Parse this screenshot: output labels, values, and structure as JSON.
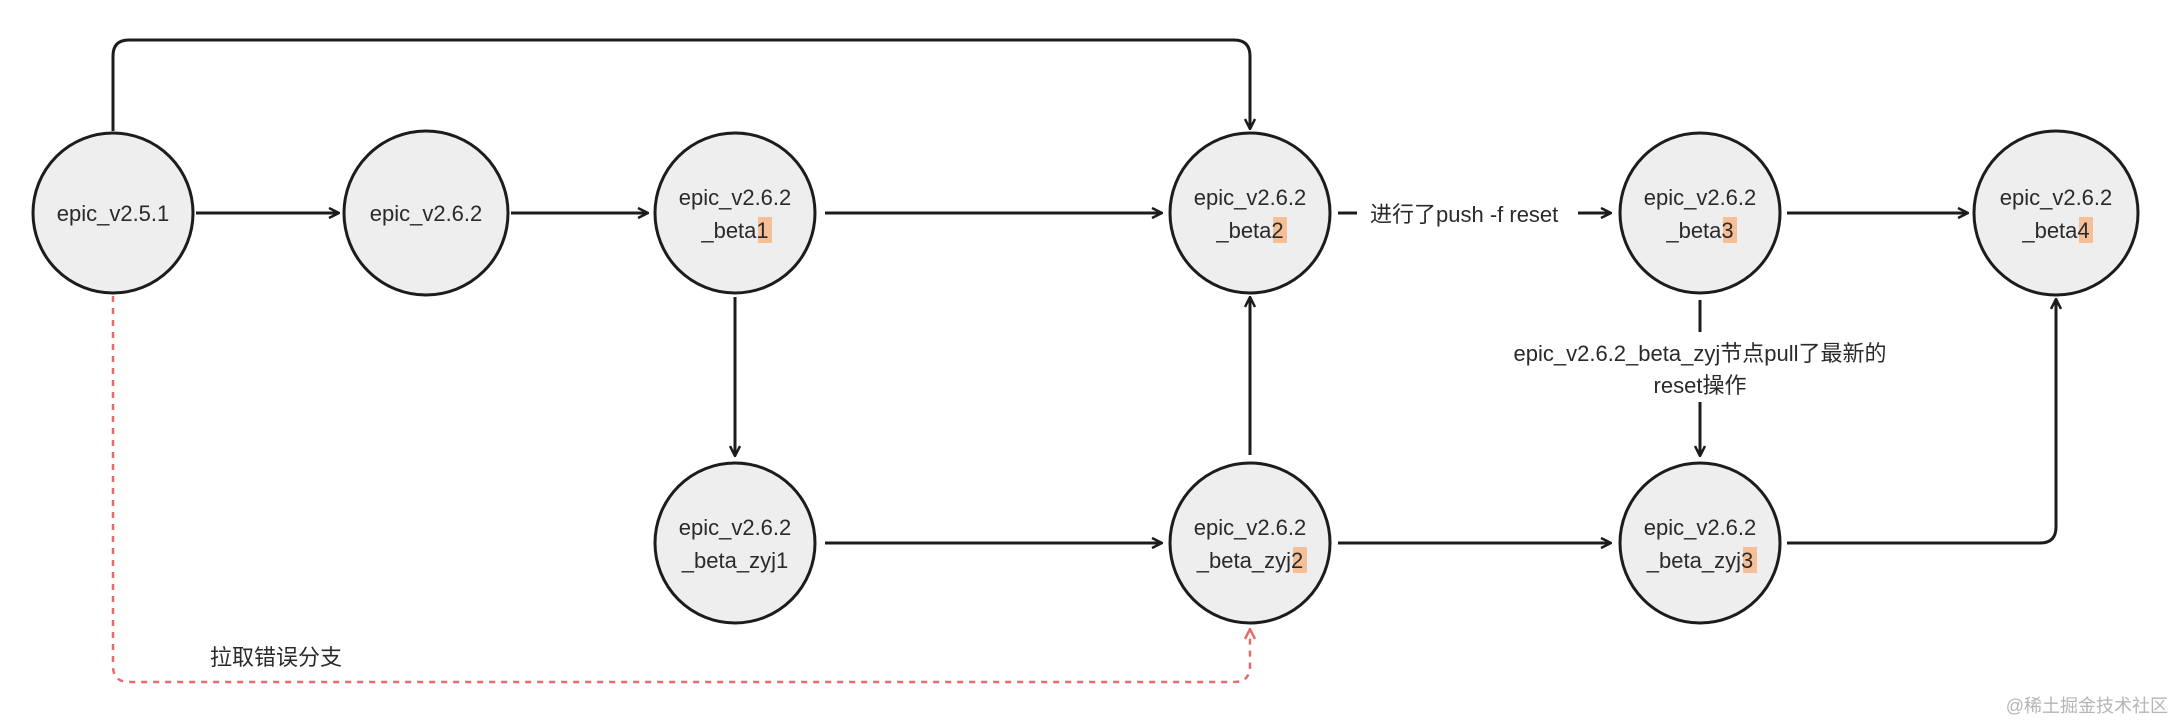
{
  "nodes": {
    "v251": {
      "line1": "epic_v2.5.1",
      "line2": "",
      "hl": ""
    },
    "v262": {
      "line1": "epic_v2.6.2",
      "line2": "",
      "hl": ""
    },
    "beta1": {
      "line1": "epic_v2.6.2",
      "line2": "_beta",
      "hl": "1"
    },
    "beta2": {
      "line1": "epic_v2.6.2",
      "line2": "_beta",
      "hl": "2"
    },
    "beta3": {
      "line1": "epic_v2.6.2",
      "line2": "_beta",
      "hl": "3"
    },
    "beta4": {
      "line1": "epic_v2.6.2",
      "line2": "_beta",
      "hl": "4"
    },
    "zyj1": {
      "line1": "epic_v2.6.2",
      "line2": "_beta_zyj1",
      "hl": ""
    },
    "zyj2": {
      "line1": "epic_v2.6.2",
      "line2": "_beta_zyj",
      "hl": "2"
    },
    "zyj3": {
      "line1": "epic_v2.6.2",
      "line2": "_beta_zyj",
      "hl": "3"
    }
  },
  "labels": {
    "push_reset": "进行了push -f reset",
    "pull_line1": "epic_v2.6.2_beta_zyj节点pull了最新的",
    "pull_line2": "reset操作",
    "wrong_branch": "拉取错误分支"
  },
  "watermark": "@稀土掘金技术社区",
  "colors": {
    "node_fill": "#eeeeee",
    "edge": "#1c1c1c",
    "dashed_edge": "#e86a6a",
    "highlight": "#f6bf96"
  }
}
